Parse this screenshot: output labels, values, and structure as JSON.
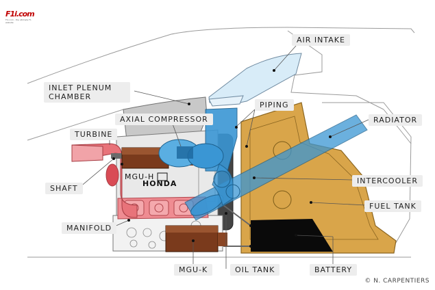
{
  "logo": {
    "text": "F1",
    "suffix": "i.com",
    "tagline": "F1i.com - the ultimate F1 website"
  },
  "labels": {
    "air_intake": "AIR INTAKE",
    "inlet_plenum": "INLET PLENUM CHAMBER",
    "piping": "PIPING",
    "axial_compressor": "AXIAL COMPRESSOR",
    "radiator": "RADIATOR",
    "turbine": "TURBINE",
    "intercooler": "INTERCOOLER",
    "mgu_h": "MGU-H",
    "honda": "HONDA",
    "shaft": "SHAFT",
    "fuel_tank": "FUEL TANK",
    "manifold": "MANIFOLD",
    "mgu_k": "MGU-K",
    "oil_tank": "OIL TANK",
    "battery": "BATTERY"
  },
  "credit": "© N. CARPENTIERS",
  "colors": {
    "air_intake": "#d8ecf8",
    "blue_piping": "#3a96d4",
    "fuel_tank": "#d9a54a",
    "turbine": "#e8737a",
    "engine_block": "#d7d7d7",
    "motor": "#7a3a1c",
    "battery": "#0a0a0a"
  }
}
